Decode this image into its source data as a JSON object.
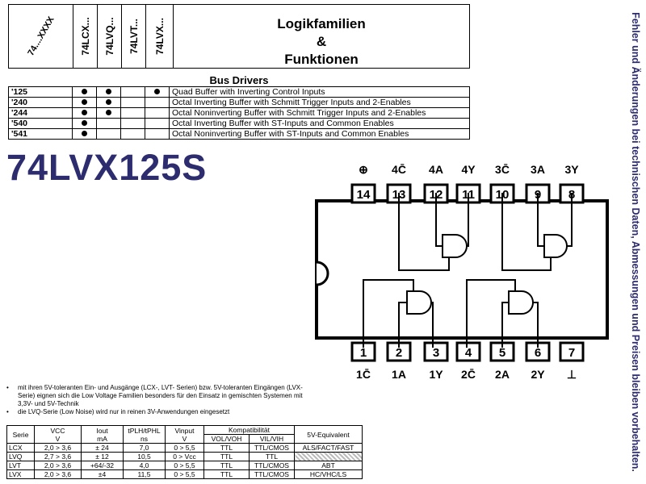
{
  "header": {
    "col_series": "74....XXXX",
    "families": [
      "74LCX...",
      "74LVQ...",
      "74LVT...",
      "74LVX..."
    ],
    "title_line1": "Logikfamilien",
    "title_line2": "&",
    "title_line3": "Funktionen"
  },
  "bus_drivers": {
    "heading": "Bus Drivers",
    "rows": [
      {
        "code": "'125",
        "lcx": true,
        "lvq": true,
        "lvt": false,
        "lvx": true,
        "desc": "Quad Buffer with Inverting Control Inputs"
      },
      {
        "code": "'240",
        "lcx": true,
        "lvq": true,
        "lvt": false,
        "lvx": false,
        "desc": "Octal Inverting Buffer with Schmitt Trigger Inputs and 2-Enables"
      },
      {
        "code": "'244",
        "lcx": true,
        "lvq": true,
        "lvt": false,
        "lvx": false,
        "desc": "Octal Noninverting Buffer with Schmitt Trigger Inputs and 2-Enables"
      },
      {
        "code": "'540",
        "lcx": true,
        "lvq": false,
        "lvt": false,
        "lvx": false,
        "desc": "Octal Inverting Buffer with ST-Inputs and Common Enables"
      },
      {
        "code": "'541",
        "lcx": true,
        "lvq": false,
        "lvt": false,
        "lvx": false,
        "desc": "Octal Noninverting Buffer with ST-Inputs and Common Enables"
      }
    ]
  },
  "part_number": "74LVX125S",
  "sidebar_text": "Fehler und Änderungen bei technischen Daten, Abmessungen und Preisen bleiben vorbehalten.",
  "pinout": {
    "top_labels": [
      "⊕",
      "4C̄",
      "4A",
      "4Y",
      "3C̄",
      "3A",
      "3Y"
    ],
    "top_pins": [
      "14",
      "13",
      "12",
      "11",
      "10",
      "9",
      "8"
    ],
    "bottom_pins": [
      "1",
      "2",
      "3",
      "4",
      "5",
      "6",
      "7"
    ],
    "bottom_labels": [
      "1C̄",
      "1A",
      "1Y",
      "2C̄",
      "2A",
      "2Y",
      "⊥"
    ]
  },
  "notes": [
    "mit ihren 5V-toleranten Ein- und Ausgänge (LCX-, LVT- Serien) bzw. 5V-toleranten Eingängen (LVX-Serie) eignen sich die Low Voltage Familien besonders für den Einsatz in gemischten Systemen mit 3,3V- und 5V-Technik",
    "die LVQ-Serie (Low Noise) wird nur in reinen 3V-Anwendungen eingesetzt"
  ],
  "spec_table": {
    "h_serie": "Serie",
    "h_vcc": "VCC",
    "h_vcc_unit": "V",
    "h_iout": "Iout",
    "h_iout_unit": "mA",
    "h_tpd": "tPLH/tPHL",
    "h_tpd_unit": "ns",
    "h_vin": "Vinput",
    "h_vin_unit": "V",
    "h_kompat": "Kompatibilität",
    "h_voh": "VOL/VOH",
    "h_vih": "VIL/VIH",
    "h_equiv": "5V-Equivalent",
    "rows": [
      {
        "serie": "LCX",
        "vcc": "2,0 > 3,6",
        "iout": "± 24",
        "tpd": "7,0",
        "vin": "0 > 5,5",
        "voh": "TTL",
        "vih": "TTL/CMOS",
        "equiv": "ALS/FACT/FAST"
      },
      {
        "serie": "LVQ",
        "vcc": "2,7 > 3,6",
        "iout": "± 12",
        "tpd": "10,5",
        "vin": "0 > Vcc",
        "voh": "TTL",
        "vih": "TTL",
        "equiv": ""
      },
      {
        "serie": "LVT",
        "vcc": "2,0 > 3,6",
        "iout": "+64/-32",
        "tpd": "4,0",
        "vin": "0 > 5,5",
        "voh": "TTL",
        "vih": "TTL/CMOS",
        "equiv": "ABT"
      },
      {
        "serie": "LVX",
        "vcc": "2,0 > 3,6",
        "iout": "±4",
        "tpd": "11,5",
        "vin": "0 > 5,5",
        "voh": "TTL",
        "vih": "TTL/CMOS",
        "equiv": "HC/VHC/LS"
      }
    ]
  }
}
